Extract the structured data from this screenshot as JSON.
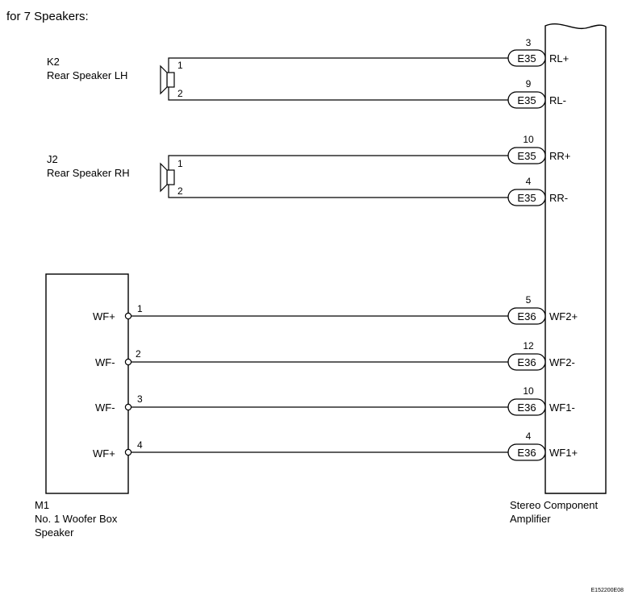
{
  "caption": "for 7 Speakers:",
  "left_speakers": [
    {
      "code": "K2",
      "name": "Rear Speaker LH",
      "pins": [
        "1",
        "2"
      ]
    },
    {
      "code": "J2",
      "name": "Rear Speaker RH",
      "pins": [
        "1",
        "2"
      ]
    }
  ],
  "woofer": {
    "code": "M1",
    "name_line1": "No. 1 Woofer Box",
    "name_line2": "Speaker",
    "terminals": [
      {
        "label": "WF+",
        "pin": "1"
      },
      {
        "label": "WF-",
        "pin": "2"
      },
      {
        "label": "WF-",
        "pin": "3"
      },
      {
        "label": "WF+",
        "pin": "4"
      }
    ]
  },
  "amplifier": {
    "name_line1": "Stereo Component",
    "name_line2": "Amplifier",
    "connections": [
      {
        "pin": "3",
        "connector": "E35",
        "signal": "RL+"
      },
      {
        "pin": "9",
        "connector": "E35",
        "signal": "RL-"
      },
      {
        "pin": "10",
        "connector": "E35",
        "signal": "RR+"
      },
      {
        "pin": "4",
        "connector": "E35",
        "signal": "RR-"
      },
      {
        "pin": "5",
        "connector": "E36",
        "signal": "WF2+"
      },
      {
        "pin": "12",
        "connector": "E36",
        "signal": "WF2-"
      },
      {
        "pin": "10",
        "connector": "E36",
        "signal": "WF1-"
      },
      {
        "pin": "4",
        "connector": "E36",
        "signal": "WF1+"
      }
    ]
  },
  "image_code": "E152200E08"
}
